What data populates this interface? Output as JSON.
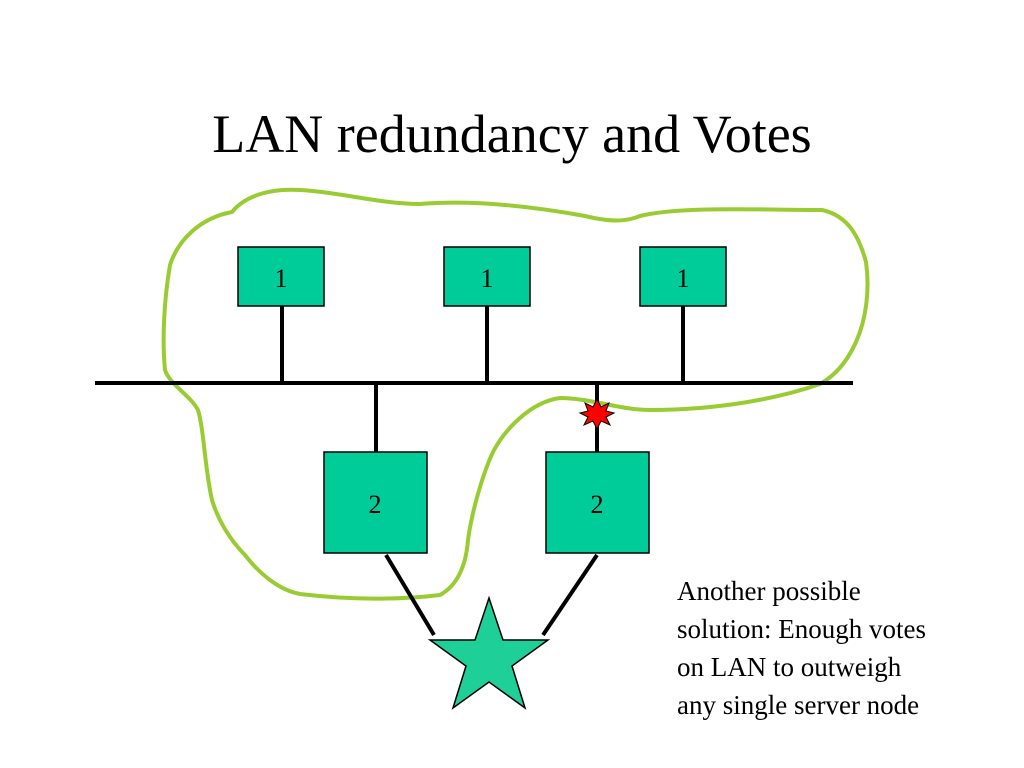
{
  "title": "LAN redundancy and Votes",
  "nodes": {
    "top": [
      "1",
      "1",
      "1"
    ],
    "bottom": [
      "2",
      "2"
    ]
  },
  "note_lines": [
    "Another possible",
    "solution: Enough votes",
    "on LAN to outweigh",
    "any single server node"
  ],
  "colors": {
    "node_fill": "#00cc99",
    "star_fill": "#1ecf98",
    "lasso": "#99cc33",
    "failure_burst": "#ff0000",
    "lines": "#000000"
  },
  "icons": {
    "quorum_star": "star-icon",
    "link_failure": "burst-icon"
  }
}
